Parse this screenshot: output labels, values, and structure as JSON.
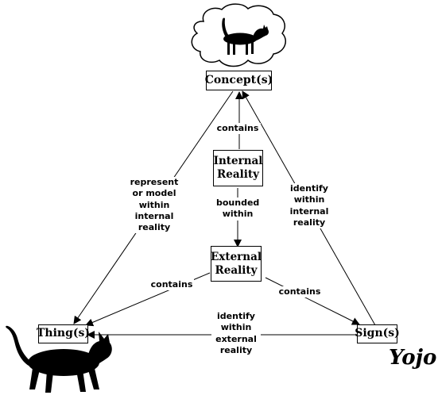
{
  "nodes": {
    "concept": "Concept(s)",
    "internal_reality": "Internal\nReality",
    "external_reality": "External\nReality",
    "thing": "Thing(s)",
    "sign": "Sign(s)"
  },
  "edges": {
    "internal_to_concept": "contains",
    "internal_to_external": "bounded\nwithin",
    "external_to_thing": "contains",
    "external_to_sign": "contains",
    "concept_to_thing": "represent\nor model\nwithin\ninternal\nreality",
    "sign_to_concept": "identify\nwithin\ninternal\nreality",
    "sign_to_thing": "identify\nwithin\nexternal\nreality"
  },
  "signature": "Yojo",
  "icons": [
    "thought-cloud-icon",
    "cat-icon"
  ]
}
